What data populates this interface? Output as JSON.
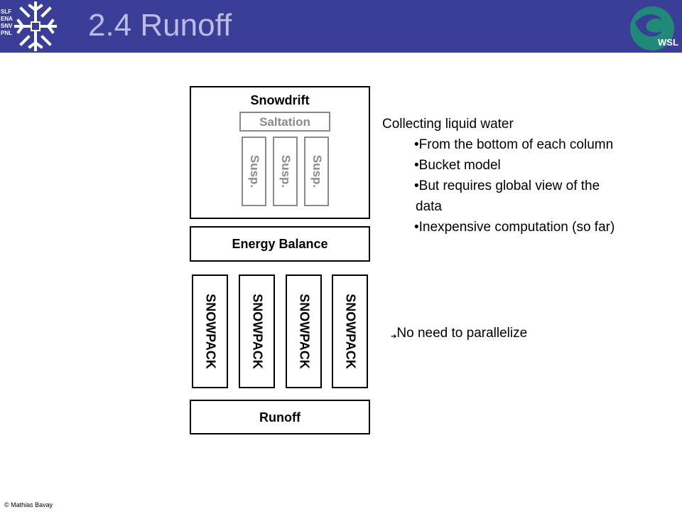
{
  "header": {
    "title": "2.4 Runoff",
    "left_logo": {
      "icon": "snowflake-cross-icon",
      "lines": [
        "SLF",
        "ENA",
        "SNV",
        "PNL"
      ]
    },
    "right_logo": {
      "icon": "wsl-logo-icon",
      "text": "WSL"
    },
    "colors": {
      "background": "#3a3e96",
      "title": "#bcbbe4"
    }
  },
  "diagram": {
    "snowdrift_title": "Snowdrift",
    "saltation": "Saltation",
    "susp_columns": [
      "Susp.",
      "Susp.",
      "Susp."
    ],
    "energy_balance": "Energy Balance",
    "snowpack_columns": [
      "SNOWPACK",
      "SNOWPACK",
      "SNOWPACK",
      "SNOWPACK"
    ],
    "runoff": "Runoff"
  },
  "content": {
    "heading": "Collecting liquid water",
    "bullets": [
      "From the bottom of each column",
      "Bucket model",
      "But requires global view of the",
      "data",
      "Inexpensive computation (so far)"
    ],
    "conclusion_arrow": "➔",
    "conclusion": "No need to parallelize"
  },
  "footer": {
    "copyright": "© Mathias Bavay"
  }
}
